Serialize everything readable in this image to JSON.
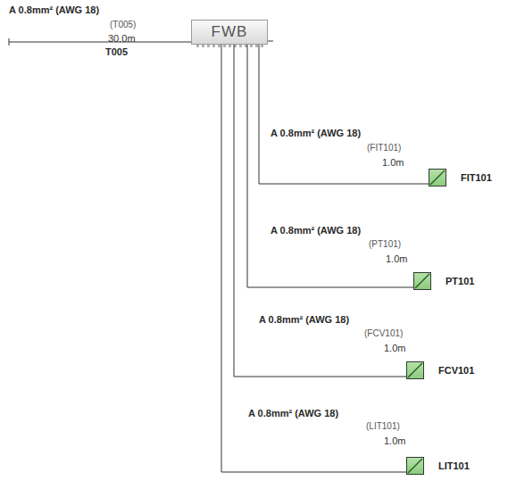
{
  "diagram": {
    "nodes": [
      {
        "text": [
          "FWB"
        ]
      },
      {
        "text": [
          "FIT101"
        ]
      },
      {
        "text": [
          "PT101"
        ]
      },
      {
        "text": [
          "FCV101"
        ]
      },
      {
        "text": [
          "LIT101"
        ]
      }
    ],
    "edges": [
      {
        "from": 0,
        "to": 1,
        "arrow": "none"
      },
      {
        "from": 0,
        "to": 2,
        "arrow": "none"
      },
      {
        "from": 0,
        "to": 3,
        "arrow": "none"
      },
      {
        "from": 0,
        "to": 4,
        "arrow": "none"
      }
    ],
    "labels": [
      "A 0.8mm² (AWG 18)",
      "(T005)",
      "30.0m",
      "T005",
      "A 0.8mm² (AWG 18)",
      "(FIT101)",
      "1.0m",
      "A 0.8mm² (AWG 18)",
      "(PT101)",
      "1.0m",
      "A 0.8mm² (AWG 18)",
      "(FCV101)",
      "1.0m",
      "A 0.8mm² (AWG 18)",
      "(LIT101)",
      "1.0m"
    ]
  }
}
